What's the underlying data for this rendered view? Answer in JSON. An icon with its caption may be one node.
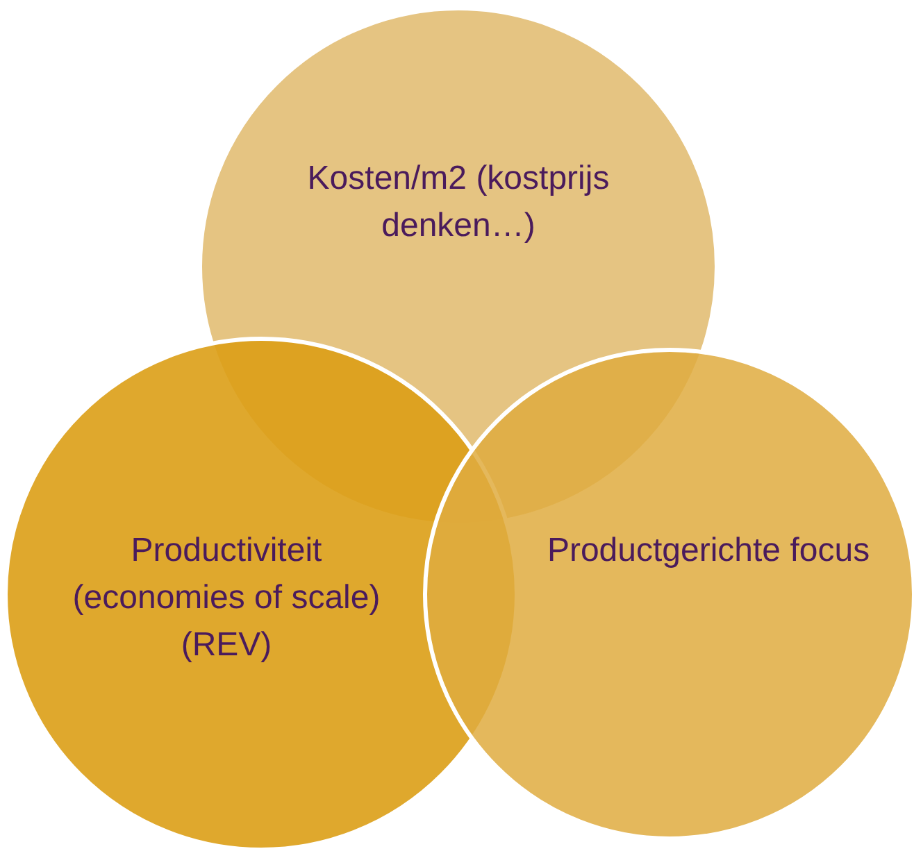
{
  "diagram": {
    "nodes": [
      {
        "text": [
          "Kosten/m2 (kostprijs denken…)"
        ]
      },
      {
        "text": [
          "Productiviteit (economies of scale) (REV)"
        ]
      },
      {
        "text": [
          "Productgerichte focus"
        ]
      }
    ]
  }
}
